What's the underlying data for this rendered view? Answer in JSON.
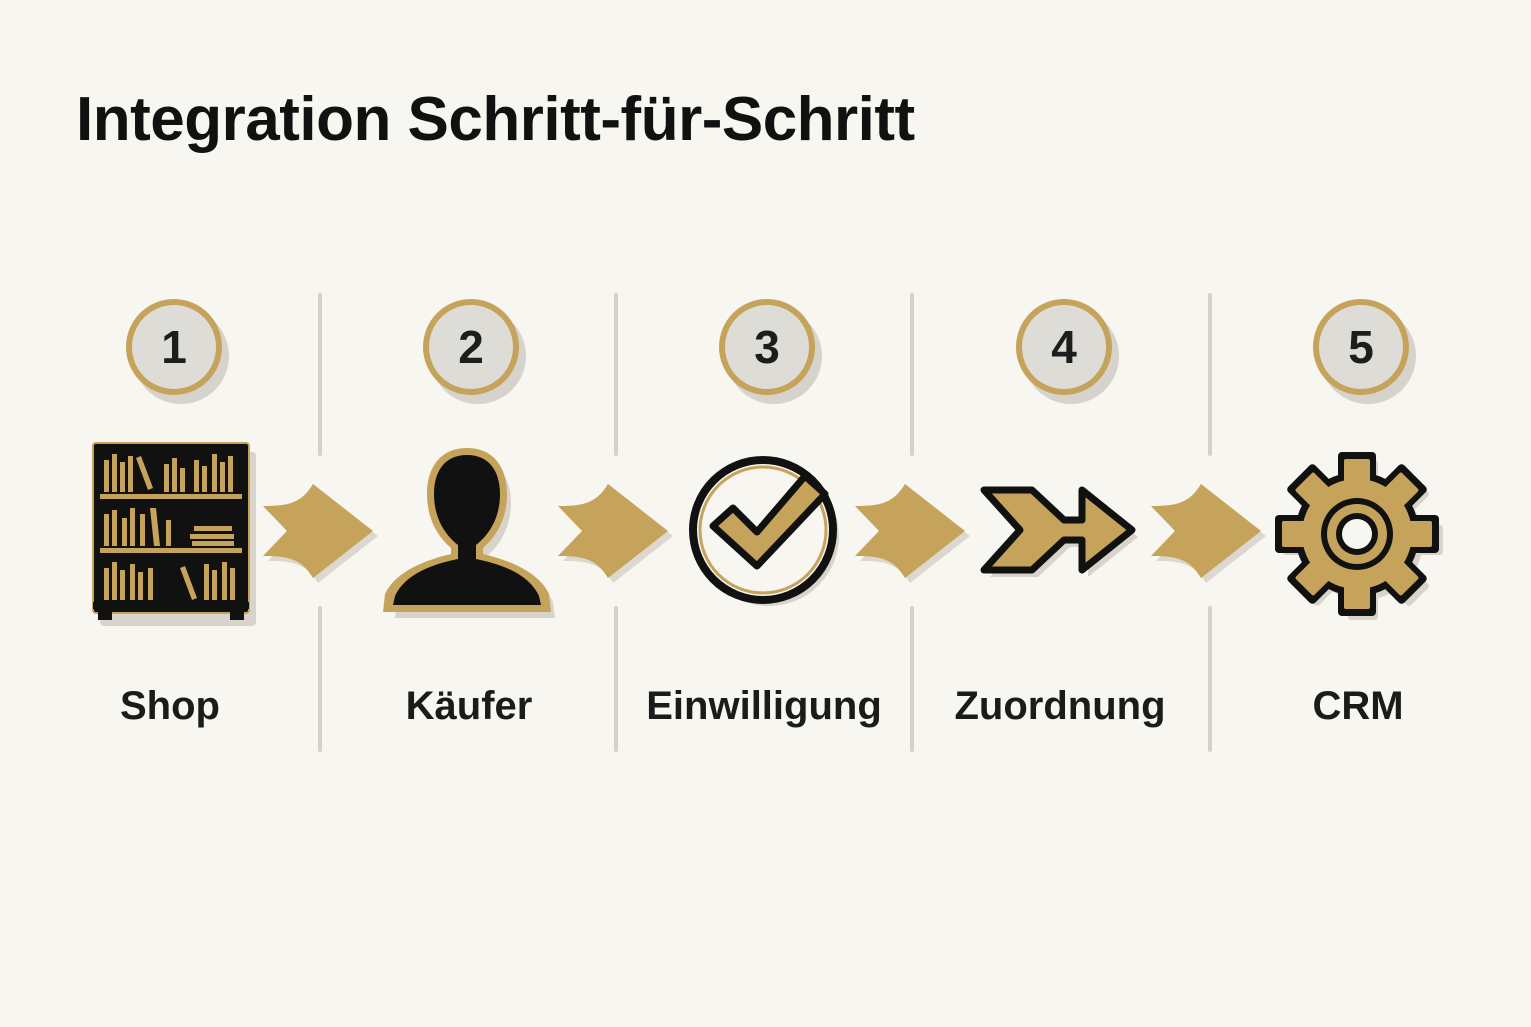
{
  "title": "Integration Schritt-für-Schritt",
  "colors": {
    "background": "#f8f6f0",
    "gold": "#c6a35b",
    "ink": "#111111",
    "divider": "#d4d1ca",
    "badge_fill": "#dedcd6"
  },
  "steps": [
    {
      "number": "1",
      "label": "Shop",
      "icon": "bookshelf-icon"
    },
    {
      "number": "2",
      "label": "Käufer",
      "icon": "person-icon"
    },
    {
      "number": "3",
      "label": "Einwilligung",
      "icon": "checkmark-circle-icon"
    },
    {
      "number": "4",
      "label": "Zuordnung",
      "icon": "merge-arrow-icon"
    },
    {
      "number": "5",
      "label": "CRM",
      "icon": "gear-icon"
    }
  ],
  "connector_icon": "flow-arrow-icon"
}
